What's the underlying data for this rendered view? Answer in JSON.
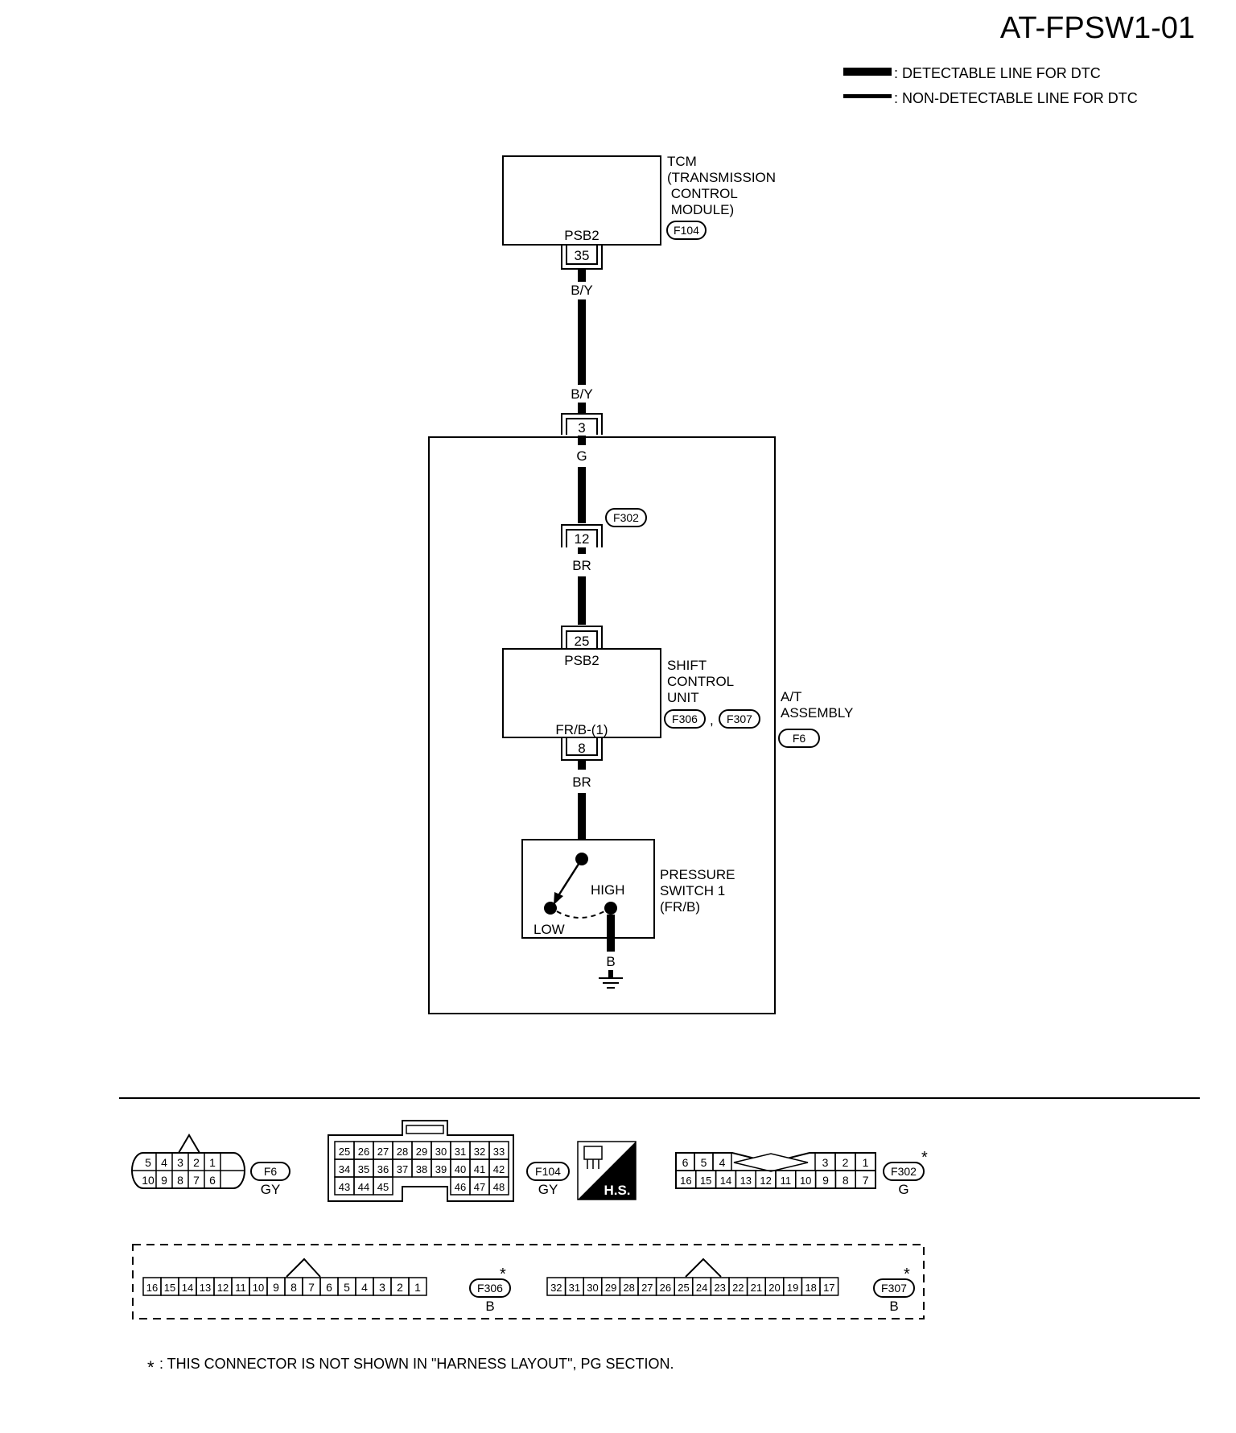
{
  "header": {
    "title": "AT-FPSW1-01",
    "legend": {
      "detectable": ": DETECTABLE LINE FOR DTC",
      "non_detectable": ": NON-DETECTABLE LINE FOR DTC"
    }
  },
  "tcm": {
    "label_lines": [
      "TCM",
      "(TRANSMISSION",
      " CONTROL",
      " MODULE)"
    ],
    "connector": "F104",
    "terminal_name": "PSB2",
    "pin": "35"
  },
  "wires": {
    "tcm_out_color": "B/Y",
    "at_in_color": "B/Y",
    "after_at_pin_color": "G",
    "after_f302_color": "BR",
    "scu_out_color": "BR",
    "ground_color": "B"
  },
  "at_assembly": {
    "label_lines": [
      "A/T",
      "ASSEMBLY"
    ],
    "connector": "F6",
    "pin": "3"
  },
  "relay_connector": {
    "connector": "F302",
    "pin": "12"
  },
  "shift_control_unit": {
    "label_lines": [
      "SHIFT",
      "CONTROL",
      "UNIT"
    ],
    "connectors": [
      "F306",
      "F307"
    ],
    "separator": ",",
    "in_terminal_name": "PSB2",
    "in_pin": "25",
    "out_terminal_name": "FR/B-(1)",
    "out_pin": "8"
  },
  "pressure_switch": {
    "label_lines": [
      "PRESSURE",
      "SWITCH 1",
      "(FR/B)"
    ],
    "high": "HIGH",
    "low": "LOW"
  },
  "connectors_panel": {
    "f6": {
      "id": "F6",
      "color": "GY",
      "top_row": [
        "5",
        "4",
        "3",
        "2",
        "1"
      ],
      "bottom_row": [
        "10",
        "9",
        "8",
        "7",
        "6"
      ]
    },
    "f104": {
      "id": "F104",
      "color": "GY",
      "row1": [
        "25",
        "26",
        "27",
        "28",
        "29",
        "30",
        "31",
        "32",
        "33"
      ],
      "row2": [
        "34",
        "35",
        "36",
        "37",
        "38",
        "39",
        "40",
        "41",
        "42"
      ],
      "row3_left": [
        "43",
        "44",
        "45"
      ],
      "row3_right": [
        "46",
        "47",
        "48"
      ]
    },
    "hs_badge": "H.S.",
    "f302": {
      "id": "F302",
      "color": "G",
      "star": "*",
      "top_left": [
        "6",
        "5",
        "4"
      ],
      "top_right": [
        "3",
        "2",
        "1"
      ],
      "bottom_row": [
        "16",
        "15",
        "14",
        "13",
        "12",
        "11",
        "10",
        "9",
        "8",
        "7"
      ]
    },
    "f306": {
      "id": "F306",
      "color": "B",
      "star": "*",
      "row": [
        "16",
        "15",
        "14",
        "13",
        "12",
        "11",
        "10",
        "9",
        "8",
        "7",
        "6",
        "5",
        "4",
        "3",
        "2",
        "1"
      ]
    },
    "f307": {
      "id": "F307",
      "color": "B",
      "star": "*",
      "row": [
        "32",
        "31",
        "30",
        "29",
        "28",
        "27",
        "26",
        "25",
        "24",
        "23",
        "22",
        "21",
        "20",
        "19",
        "18",
        "17"
      ]
    }
  },
  "footnote": {
    "star": "*",
    "text": ": THIS CONNECTOR IS NOT SHOWN IN \"HARNESS LAYOUT\", PG SECTION."
  }
}
